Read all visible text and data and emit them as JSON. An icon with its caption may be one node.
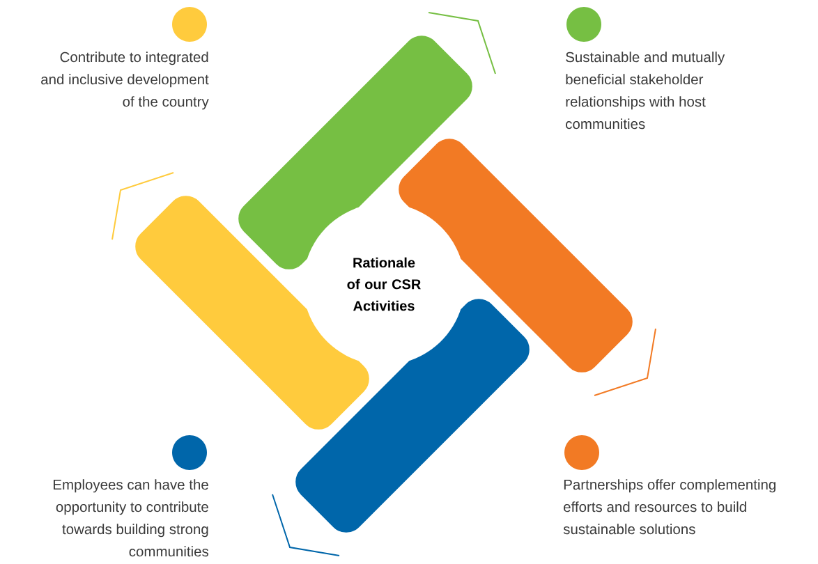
{
  "diagram": {
    "nodes": [
      {
        "text": [
          "Rationale of our CSR Activities"
        ]
      }
    ],
    "labels": [
      "Contribute to integrated and inclusive development of the country",
      "Sustainable and mutually beneficial stakeholder relationships with host communities",
      "Employees can have the opportunity to contribute towards building strong communities",
      "Partnerships offer complementing efforts and resources to build sustainable solutions"
    ]
  }
}
